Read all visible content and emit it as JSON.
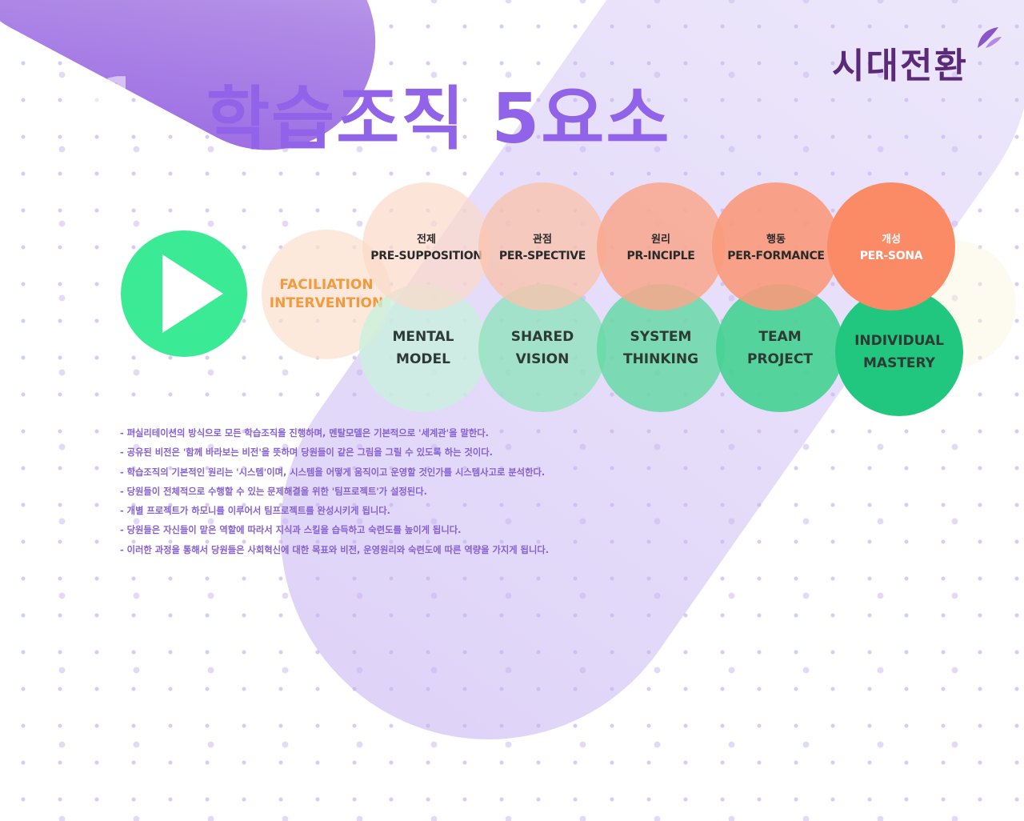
{
  "slide": {
    "number": "01",
    "title": "학습조직 5요소",
    "logo": "시대전환"
  },
  "facilitation": {
    "line1": "FACILIATION",
    "line2": "INTERVENTION"
  },
  "top_circles": [
    {
      "ko": "전제",
      "en": "PRE-SUPPOSITION",
      "color": "#fbd9c9",
      "alpha": 0.72
    },
    {
      "ko": "관점",
      "en": "PER-SPECTIVE",
      "color": "#fac3ad",
      "alpha": 0.78
    },
    {
      "ko": "원리",
      "en": "PR-INCIPLE",
      "color": "#f9a78c",
      "alpha": 0.85
    },
    {
      "ko": "행동",
      "en": "PER-FORMANCE",
      "color": "#f99a7b",
      "alpha": 0.9
    },
    {
      "ko": "개성",
      "en": "PER-SONA",
      "color": "#fb8a67",
      "alpha": 1.0
    }
  ],
  "bottom_circles": [
    {
      "line1": "MENTAL",
      "line2": "MODEL",
      "color": "#c9f1de",
      "alpha": 0.78
    },
    {
      "line1": "SHARED",
      "line2": "VISION",
      "color": "#8fe3bc",
      "alpha": 0.78
    },
    {
      "line1": "SYSTEM",
      "line2": "THINKING",
      "color": "#63d9a3",
      "alpha": 0.82
    },
    {
      "line1": "TEAM",
      "line2": "PROJECT",
      "color": "#45d292",
      "alpha": 0.9
    },
    {
      "line1": "INDIVIDUAL",
      "line2": "MASTERY",
      "color": "#22c77f",
      "alpha": 1.0
    }
  ],
  "bullets": [
    "- 퍼실리테이션의 방식으로 모든 학습조직을 진행하며, 멘탈모델은 기본적으로 '세계관'을 말한다.",
    "- 공유된 비전은 '함께 바라보는 비전'을 뜻하며 당원들이 같은 그림을 그릴 수 있도록 하는 것이다.",
    "- 학습조직의 기본적인 원리는 '시스템'이며, 시스템을 어떻게 움직이고 운영할 것인가를 시스템사고로 분석한다.",
    "- 당원들이 전체적으로 수행할 수 있는 문제해결을 위한 '팀프로젝트'가 설정된다.",
    "- 개별 프로젝트가 하모니를 이루어서 팀프로젝트를 완성시키게 됩니다.",
    "- 당원들은 자신들이 맡은 역할에 따라서 지식과 스킬을 습득하고 숙련도를 높이게 됩니다.",
    "- 이러한 과정을 통해서 당원들은 사회혁신에 대한 목표와 비전, 운영원리와 숙련도에 따른 역량을 가지게 됩니다."
  ],
  "icons": {
    "play": "play-icon",
    "logo_leaf": "leaf-icon"
  }
}
